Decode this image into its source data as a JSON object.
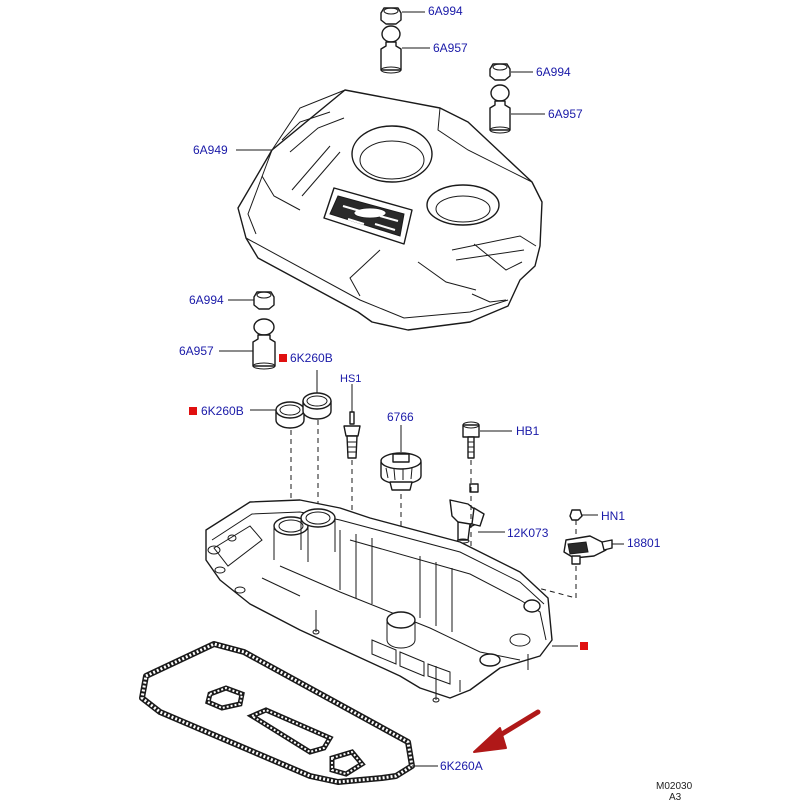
{
  "diagram": {
    "labels": {
      "cap_top_1": "6A994",
      "stud_top_1": "6A957",
      "cap_top_2": "6A994",
      "stud_top_2": "6A957",
      "engine_cover": "6A949",
      "cap_left": "6A994",
      "stud_left": "6A957",
      "seal_upper": "6K260B",
      "seal_lower": "6K260B",
      "heat_shield_stud": "HS1",
      "oil_filler_cap": "6766",
      "bolt": "HB1",
      "cam_sensor": "12K073",
      "nut": "HN1",
      "sensor_bracket": "18801",
      "gasket": "6K260A"
    },
    "reference": {
      "code": "M02030",
      "sheet": "A3"
    },
    "colors": {
      "label": "#1a1aa8",
      "marker": "#e01010",
      "arrow": "#b01818",
      "line": "#1a1a1a"
    }
  }
}
